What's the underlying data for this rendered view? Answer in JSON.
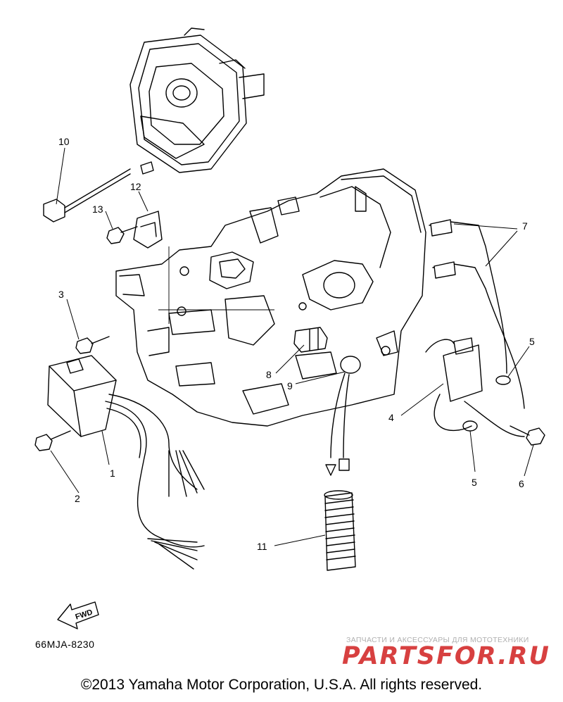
{
  "diagram": {
    "code": "66MJA-8230",
    "fwd_label": "FWD",
    "callouts": [
      "1",
      "2",
      "3",
      "4",
      "5",
      "5",
      "6",
      "7",
      "8",
      "9",
      "10",
      "11",
      "12",
      "13"
    ]
  },
  "footer": {
    "copyright": "©2013 Yamaha Motor Corporation, U.S.A. All rights reserved."
  },
  "watermark": {
    "tagline": "ЗАПЧАСТИ И АКСЕССУАРЫ ДЛЯ МОТОТЕХНИКИ",
    "logo": "PARTSFOR.RU"
  },
  "colors": {
    "line": "#000000",
    "watermark_logo": "#d11f1f",
    "watermark_tag": "#b0b0b0"
  }
}
